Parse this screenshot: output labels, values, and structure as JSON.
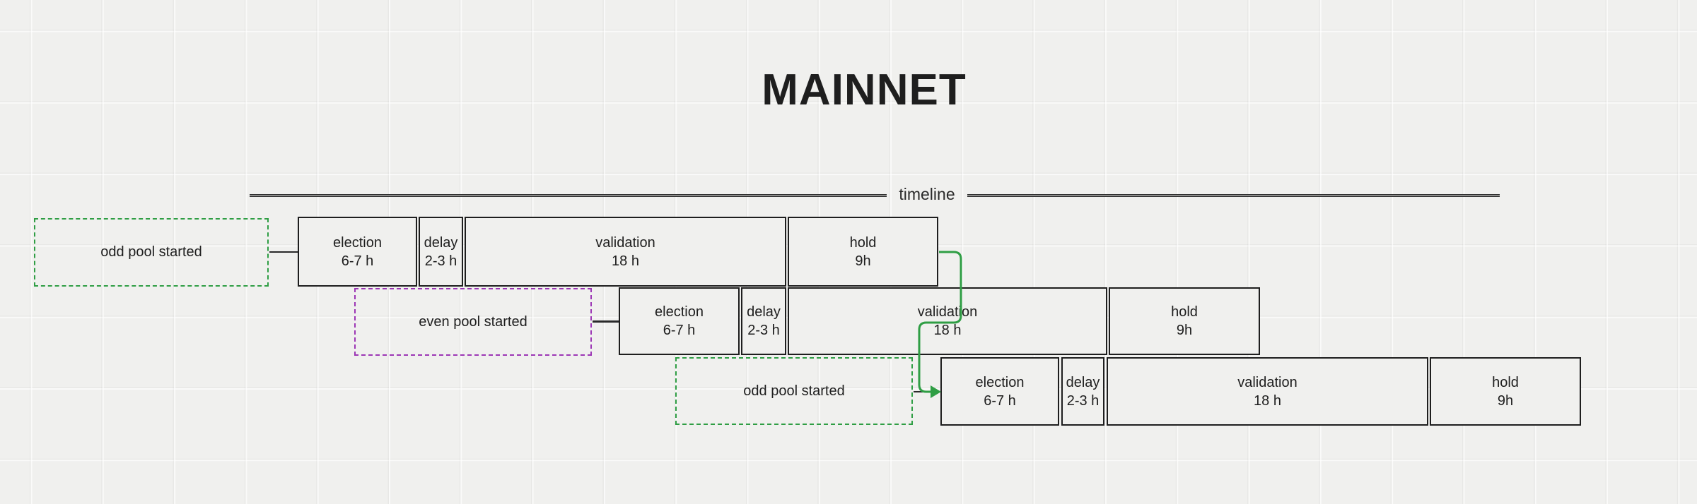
{
  "title": "MAINNET",
  "timeline": {
    "label": "timeline"
  },
  "colors": {
    "ink": "#1e1e1e",
    "green": "#2f9e44",
    "purple": "#9c36b5",
    "background": "#f0f0ee"
  },
  "pools": [
    {
      "label": "odd pool started",
      "color": "green"
    },
    {
      "label": "even pool started",
      "color": "purple"
    },
    {
      "label": "odd pool started",
      "color": "green"
    }
  ],
  "rows": [
    {
      "phases": [
        {
          "name": "election",
          "duration": "6-7 h"
        },
        {
          "name": "delay",
          "duration": "2-3 h"
        },
        {
          "name": "validation",
          "duration": "18 h"
        },
        {
          "name": "hold",
          "duration": "9h"
        }
      ]
    },
    {
      "phases": [
        {
          "name": "election",
          "duration": "6-7 h"
        },
        {
          "name": "delay",
          "duration": "2-3 h"
        },
        {
          "name": "validation",
          "duration": "18 h"
        },
        {
          "name": "hold",
          "duration": "9h"
        }
      ]
    },
    {
      "phases": [
        {
          "name": "election",
          "duration": "6-7 h"
        },
        {
          "name": "delay",
          "duration": "2-3 h"
        },
        {
          "name": "validation",
          "duration": "18 h"
        },
        {
          "name": "hold",
          "duration": "9h"
        }
      ]
    }
  ]
}
